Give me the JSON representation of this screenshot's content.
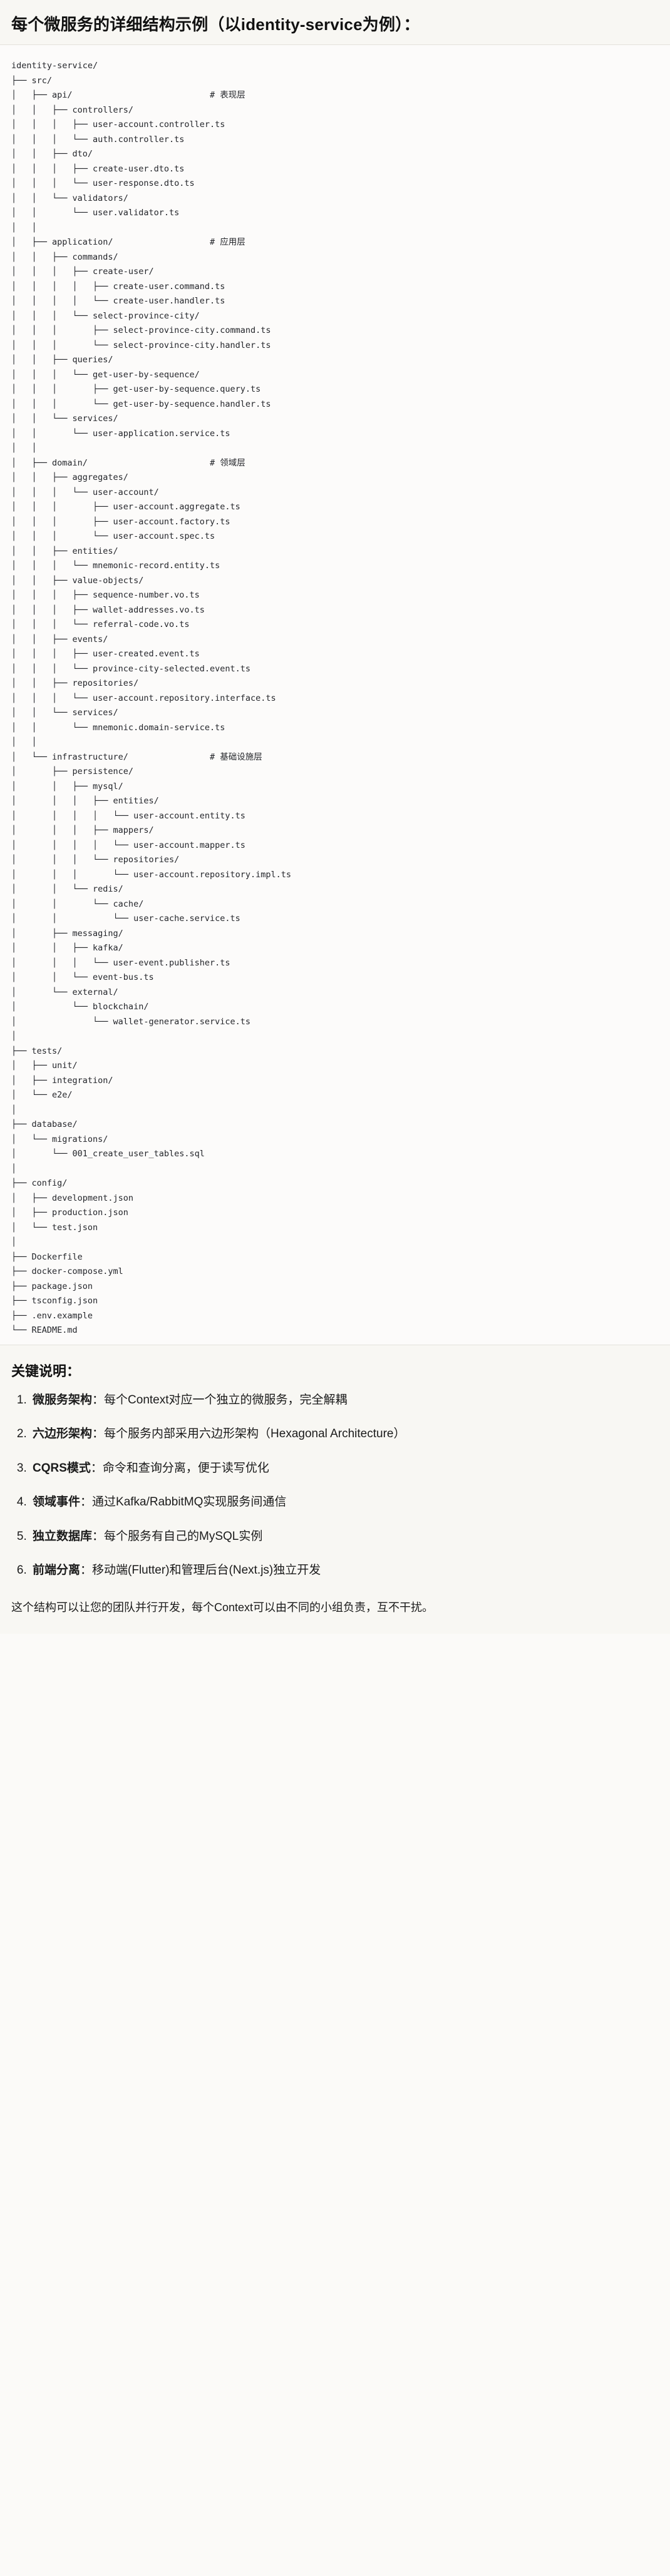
{
  "heading": "每个微服务的详细结构示例（以identity-service为例）：",
  "tree": {
    "root": "identity-service/",
    "lines": [
      "identity-service/",
      "├── src/",
      "│   ├── api/                           # 表现层",
      "│   │   ├── controllers/",
      "│   │   │   ├── user-account.controller.ts",
      "│   │   │   └── auth.controller.ts",
      "│   │   ├── dto/",
      "│   │   │   ├── create-user.dto.ts",
      "│   │   │   └── user-response.dto.ts",
      "│   │   └── validators/",
      "│   │       └── user.validator.ts",
      "│   │",
      "│   ├── application/                   # 应用层",
      "│   │   ├── commands/",
      "│   │   │   ├── create-user/",
      "│   │   │   │   ├── create-user.command.ts",
      "│   │   │   │   └── create-user.handler.ts",
      "│   │   │   └── select-province-city/",
      "│   │   │       ├── select-province-city.command.ts",
      "│   │   │       └── select-province-city.handler.ts",
      "│   │   ├── queries/",
      "│   │   │   └── get-user-by-sequence/",
      "│   │   │       ├── get-user-by-sequence.query.ts",
      "│   │   │       └── get-user-by-sequence.handler.ts",
      "│   │   └── services/",
      "│   │       └── user-application.service.ts",
      "│   │",
      "│   ├── domain/                        # 领域层",
      "│   │   ├── aggregates/",
      "│   │   │   └── user-account/",
      "│   │   │       ├── user-account.aggregate.ts",
      "│   │   │       ├── user-account.factory.ts",
      "│   │   │       └── user-account.spec.ts",
      "│   │   ├── entities/",
      "│   │   │   └── mnemonic-record.entity.ts",
      "│   │   ├── value-objects/",
      "│   │   │   ├── sequence-number.vo.ts",
      "│   │   │   ├── wallet-addresses.vo.ts",
      "│   │   │   └── referral-code.vo.ts",
      "│   │   ├── events/",
      "│   │   │   ├── user-created.event.ts",
      "│   │   │   └── province-city-selected.event.ts",
      "│   │   ├── repositories/",
      "│   │   │   └── user-account.repository.interface.ts",
      "│   │   └── services/",
      "│   │       └── mnemonic.domain-service.ts",
      "│   │",
      "│   └── infrastructure/                # 基础设施层",
      "│       ├── persistence/",
      "│       │   ├── mysql/",
      "│       │   │   ├── entities/",
      "│       │   │   │   └── user-account.entity.ts",
      "│       │   │   ├── mappers/",
      "│       │   │   │   └── user-account.mapper.ts",
      "│       │   │   └── repositories/",
      "│       │   │       └── user-account.repository.impl.ts",
      "│       │   └── redis/",
      "│       │       └── cache/",
      "│       │           └── user-cache.service.ts",
      "│       ├── messaging/",
      "│       │   ├── kafka/",
      "│       │   │   └── user-event.publisher.ts",
      "│       │   └── event-bus.ts",
      "│       └── external/",
      "│           └── blockchain/",
      "│               └── wallet-generator.service.ts",
      "│",
      "├── tests/",
      "│   ├── unit/",
      "│   ├── integration/",
      "│   └── e2e/",
      "│",
      "├── database/",
      "│   └── migrations/",
      "│       └── 001_create_user_tables.sql",
      "│",
      "├── config/",
      "│   ├── development.json",
      "│   ├── production.json",
      "│   └── test.json",
      "│",
      "├── Dockerfile",
      "├── docker-compose.yml",
      "├── package.json",
      "├── tsconfig.json",
      "├── .env.example",
      "└── README.md"
    ],
    "comments": [
      {
        "target": "api/",
        "text": "# 表现层"
      },
      {
        "target": "application/",
        "text": "# 应用层"
      },
      {
        "target": "domain/",
        "text": "# 领域层"
      },
      {
        "target": "infrastructure/",
        "text": "# 基础设施层"
      }
    ]
  },
  "notes": {
    "title": "关键说明：",
    "items": [
      {
        "term": "微服务架构",
        "sep": "：",
        "desc": "每个Context对应一个独立的微服务，完全解耦"
      },
      {
        "term": "六边形架构",
        "sep": "：",
        "desc": "每个服务内部采用六边形架构（Hexagonal Architecture）"
      },
      {
        "term": "CQRS模式",
        "sep": "：",
        "desc": "命令和查询分离，便于读写优化"
      },
      {
        "term": "领域事件",
        "sep": "：",
        "desc": "通过Kafka/RabbitMQ实现服务间通信"
      },
      {
        "term": "独立数据库",
        "sep": "：",
        "desc": "每个服务有自己的MySQL实例"
      },
      {
        "term": "前端分离",
        "sep": "：",
        "desc": "移动端(Flutter)和管理后台(Next.js)独立开发"
      }
    ],
    "closing": "这个结构可以让您的团队并行开发，每个Context可以由不同的小组负责，互不干扰。"
  },
  "colors": {
    "page_bg": "#fbfaf8",
    "heading_bg": "#f8f7f3",
    "tree_bg": "#fcfbfa",
    "text": "#1b1b1b",
    "mono_text": "#24262b",
    "rule": "#e4e2dc"
  }
}
